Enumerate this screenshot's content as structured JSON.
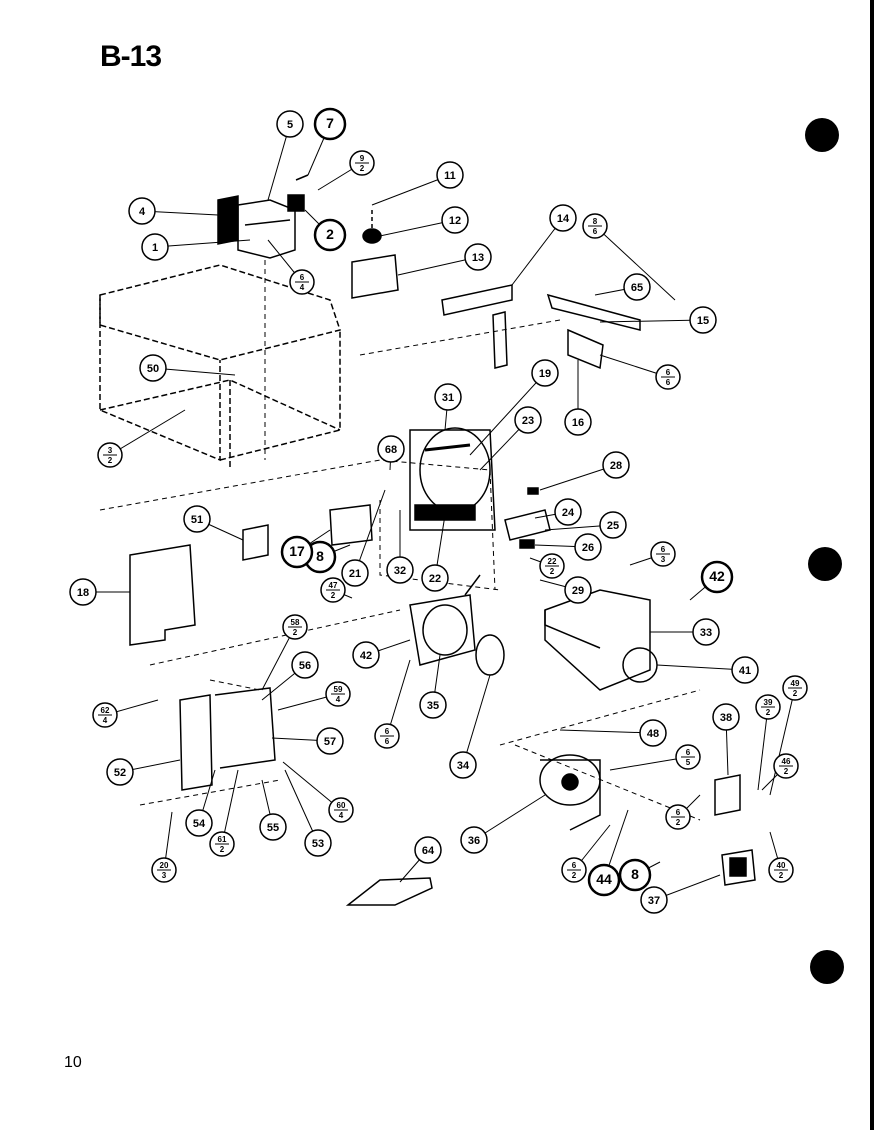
{
  "page": {
    "title": "B-13",
    "page_number": "10"
  },
  "callouts": [
    {
      "id": "c1",
      "label": "1"
    },
    {
      "id": "c2",
      "label": "2"
    },
    {
      "id": "c4",
      "label": "4"
    },
    {
      "id": "c5",
      "label": "5"
    },
    {
      "id": "c7",
      "label": "7"
    },
    {
      "id": "c8a",
      "label": "8"
    },
    {
      "id": "c8b",
      "label": "8"
    },
    {
      "id": "c11",
      "label": "11"
    },
    {
      "id": "c12",
      "label": "12"
    },
    {
      "id": "c13",
      "label": "13"
    },
    {
      "id": "c14",
      "label": "14"
    },
    {
      "id": "c15",
      "label": "15"
    },
    {
      "id": "c16",
      "label": "16"
    },
    {
      "id": "c17",
      "label": "17"
    },
    {
      "id": "c18",
      "label": "18"
    },
    {
      "id": "c19",
      "label": "19"
    },
    {
      "id": "c21",
      "label": "21"
    },
    {
      "id": "c22",
      "label": "22"
    },
    {
      "id": "c23",
      "label": "23"
    },
    {
      "id": "c24",
      "label": "24"
    },
    {
      "id": "c25",
      "label": "25"
    },
    {
      "id": "c26",
      "label": "26"
    },
    {
      "id": "c28",
      "label": "28"
    },
    {
      "id": "c29",
      "label": "29"
    },
    {
      "id": "c31",
      "label": "31"
    },
    {
      "id": "c32",
      "label": "32"
    },
    {
      "id": "c33",
      "label": "33"
    },
    {
      "id": "c34",
      "label": "34"
    },
    {
      "id": "c35",
      "label": "35"
    },
    {
      "id": "c36",
      "label": "36"
    },
    {
      "id": "c37",
      "label": "37"
    },
    {
      "id": "c38",
      "label": "38"
    },
    {
      "id": "c41",
      "label": "41"
    },
    {
      "id": "c42a",
      "label": "42"
    },
    {
      "id": "c42b",
      "label": "42"
    },
    {
      "id": "c44",
      "label": "44"
    },
    {
      "id": "c48",
      "label": "48"
    },
    {
      "id": "c50",
      "label": "50"
    },
    {
      "id": "c51",
      "label": "51"
    },
    {
      "id": "c52",
      "label": "52"
    },
    {
      "id": "c53",
      "label": "53"
    },
    {
      "id": "c54",
      "label": "54"
    },
    {
      "id": "c55",
      "label": "55"
    },
    {
      "id": "c56",
      "label": "56"
    },
    {
      "id": "c57",
      "label": "57"
    },
    {
      "id": "c64",
      "label": "64"
    },
    {
      "id": "c65",
      "label": "65"
    },
    {
      "id": "c68",
      "label": "68"
    }
  ],
  "fractions": [
    {
      "id": "f9_2",
      "top": "9",
      "bottom": "2"
    },
    {
      "id": "f6_4",
      "top": "6",
      "bottom": "4"
    },
    {
      "id": "f8_6",
      "top": "8",
      "bottom": "6"
    },
    {
      "id": "f6_6a",
      "top": "6",
      "bottom": "6"
    },
    {
      "id": "f3_2",
      "top": "3",
      "bottom": "2"
    },
    {
      "id": "f22_2",
      "top": "22",
      "bottom": "2"
    },
    {
      "id": "f6_3",
      "top": "6",
      "bottom": "3"
    },
    {
      "id": "f47_2",
      "top": "47",
      "bottom": "2"
    },
    {
      "id": "f6_6b",
      "top": "6",
      "bottom": "6"
    },
    {
      "id": "f58_2",
      "top": "58",
      "bottom": "2"
    },
    {
      "id": "f59_4",
      "top": "59",
      "bottom": "4"
    },
    {
      "id": "f62_4",
      "top": "62",
      "bottom": "4"
    },
    {
      "id": "f60_4",
      "top": "60",
      "bottom": "4"
    },
    {
      "id": "f61_2",
      "top": "61",
      "bottom": "2"
    },
    {
      "id": "f20_3",
      "top": "20",
      "bottom": "3"
    },
    {
      "id": "f6_5",
      "top": "6",
      "bottom": "5"
    },
    {
      "id": "f39_2",
      "top": "39",
      "bottom": "2"
    },
    {
      "id": "f49_2",
      "top": "49",
      "bottom": "2"
    },
    {
      "id": "f46_2",
      "top": "46",
      "bottom": "2"
    },
    {
      "id": "f6_2a",
      "top": "6",
      "bottom": "2"
    },
    {
      "id": "f6_2b",
      "top": "6",
      "bottom": "2"
    },
    {
      "id": "f40_2",
      "top": "40",
      "bottom": "2"
    }
  ]
}
